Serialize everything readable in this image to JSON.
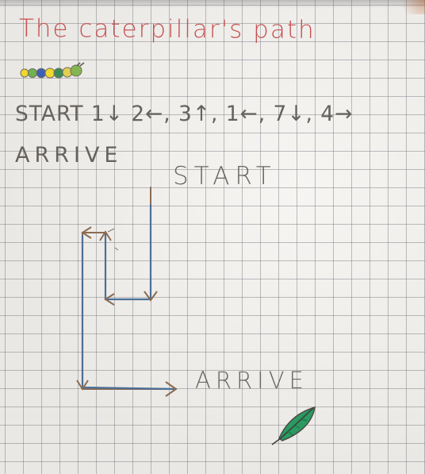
{
  "worksheet": {
    "title": "The caterpillar's path",
    "instructions": "START 1↓ 2←, 3↑, 1←, 7↓, 4→",
    "arrive_text": "ARRIVE",
    "start_label": "START",
    "arrive_label": "ARRIVE"
  },
  "drawings": {
    "caterpillar": "caterpillar",
    "leaf": "leaf"
  },
  "colors": {
    "title_red": "#c45252",
    "path_blue": "#4b6f98",
    "path_brown": "#8a6b52",
    "leaf_green": "#2a9a62",
    "grid": "#75757d"
  }
}
